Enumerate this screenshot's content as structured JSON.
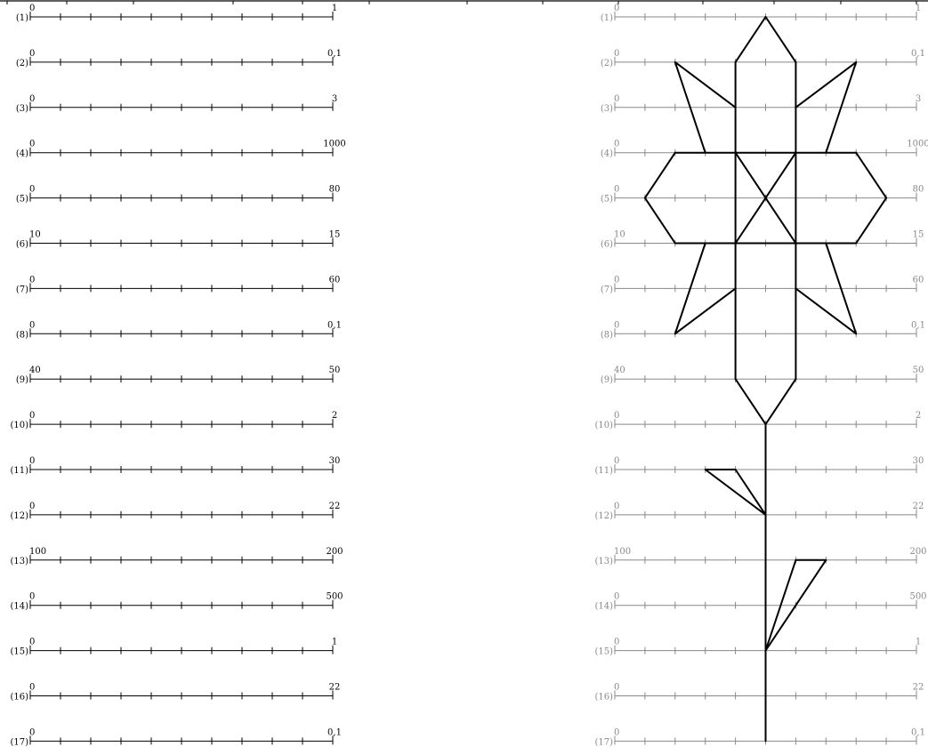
{
  "exercise": {
    "rows": [
      {
        "index": "(1)",
        "start": "0",
        "end": "1"
      },
      {
        "index": "(2)",
        "start": "0",
        "end": "0,1"
      },
      {
        "index": "(3)",
        "start": "0",
        "end": "3"
      },
      {
        "index": "(4)",
        "start": "0",
        "end": "1000"
      },
      {
        "index": "(5)",
        "start": "0",
        "end": "80"
      },
      {
        "index": "(6)",
        "start": "10",
        "end": "15"
      },
      {
        "index": "(7)",
        "start": "0",
        "end": "60"
      },
      {
        "index": "(8)",
        "start": "0",
        "end": "0,1"
      },
      {
        "index": "(9)",
        "start": "40",
        "end": "50"
      },
      {
        "index": "(10)",
        "start": "0",
        "end": "2"
      },
      {
        "index": "(11)",
        "start": "0",
        "end": "30"
      },
      {
        "index": "(12)",
        "start": "0",
        "end": "22"
      },
      {
        "index": "(13)",
        "start": "100",
        "end": "200"
      },
      {
        "index": "(14)",
        "start": "0",
        "end": "500"
      },
      {
        "index": "(15)",
        "start": "0",
        "end": "1"
      },
      {
        "index": "(16)",
        "start": "0",
        "end": "22"
      },
      {
        "index": "(17)",
        "start": "0",
        "end": "0,1"
      }
    ],
    "divisions": 10
  },
  "solution": {
    "segments": [
      [
        [
          5,
          0
        ],
        [
          4,
          1
        ]
      ],
      [
        [
          5,
          0
        ],
        [
          6,
          1
        ]
      ],
      [
        [
          4,
          1
        ],
        [
          4,
          8
        ]
      ],
      [
        [
          6,
          1
        ],
        [
          6,
          8
        ]
      ],
      [
        [
          2,
          1
        ],
        [
          4,
          2
        ]
      ],
      [
        [
          2,
          1
        ],
        [
          3,
          3
        ]
      ],
      [
        [
          8,
          1
        ],
        [
          6,
          2
        ]
      ],
      [
        [
          8,
          1
        ],
        [
          7,
          3
        ]
      ],
      [
        [
          2,
          3
        ],
        [
          8,
          3
        ]
      ],
      [
        [
          2,
          3
        ],
        [
          1,
          4
        ]
      ],
      [
        [
          1,
          4
        ],
        [
          2,
          5
        ]
      ],
      [
        [
          8,
          3
        ],
        [
          9,
          4
        ]
      ],
      [
        [
          9,
          4
        ],
        [
          8,
          5
        ]
      ],
      [
        [
          2,
          5
        ],
        [
          8,
          5
        ]
      ],
      [
        [
          4,
          3
        ],
        [
          6,
          5
        ]
      ],
      [
        [
          6,
          3
        ],
        [
          4,
          5
        ]
      ],
      [
        [
          3,
          5
        ],
        [
          2,
          7
        ]
      ],
      [
        [
          2,
          7
        ],
        [
          4,
          6
        ]
      ],
      [
        [
          7,
          5
        ],
        [
          8,
          7
        ]
      ],
      [
        [
          8,
          7
        ],
        [
          6,
          6
        ]
      ],
      [
        [
          4,
          8
        ],
        [
          5,
          9
        ]
      ],
      [
        [
          6,
          8
        ],
        [
          5,
          9
        ]
      ],
      [
        [
          5,
          9
        ],
        [
          5,
          16
        ]
      ],
      [
        [
          3,
          10
        ],
        [
          4,
          10
        ]
      ],
      [
        [
          3,
          10
        ],
        [
          5,
          11
        ]
      ],
      [
        [
          4,
          10
        ],
        [
          5,
          11
        ]
      ],
      [
        [
          6,
          12
        ],
        [
          7,
          12
        ]
      ],
      [
        [
          6,
          12
        ],
        [
          5,
          14
        ]
      ],
      [
        [
          7,
          12
        ],
        [
          5,
          14
        ]
      ]
    ]
  }
}
